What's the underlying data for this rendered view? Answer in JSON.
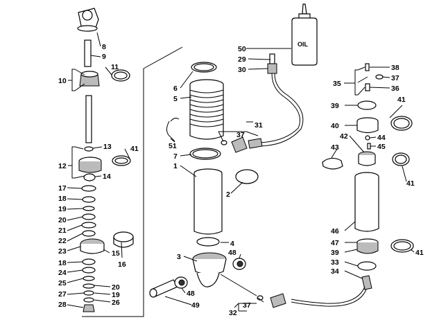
{
  "callouts": {
    "c1": "1",
    "c2": "2",
    "c3": "3",
    "c4": "4",
    "c5": "5",
    "c6": "6",
    "c7": "7",
    "c8": "8",
    "c9": "9",
    "c10": "10",
    "c11": "11",
    "c12": "12",
    "c13": "13",
    "c14": "14",
    "c15": "15",
    "c16": "16",
    "c17": "17",
    "c18": "18",
    "c18b": "18",
    "c19": "19",
    "c19b": "19",
    "c20": "20",
    "c20b": "20",
    "c21": "21",
    "c22": "22",
    "c23": "23",
    "c24": "24",
    "c25": "25",
    "c26": "26",
    "c27": "27",
    "c28": "28",
    "c29": "29",
    "c30": "30",
    "c31": "31",
    "c32": "32",
    "c33": "33",
    "c34": "34",
    "c35": "35",
    "c36": "36",
    "c37": "37",
    "c37b": "37",
    "c37c": "37",
    "c38": "38",
    "c39": "39",
    "c39b": "39",
    "c40": "40",
    "c41": "41",
    "c41b": "41",
    "c41c": "41",
    "c41d": "41",
    "c42": "42",
    "c43": "43",
    "c44": "44",
    "c45": "45",
    "c46": "46",
    "c47": "47",
    "c48": "48",
    "c48b": "48",
    "c49": "49",
    "c50": "50",
    "c51": "51"
  },
  "oil_bottle_label": "OIL"
}
